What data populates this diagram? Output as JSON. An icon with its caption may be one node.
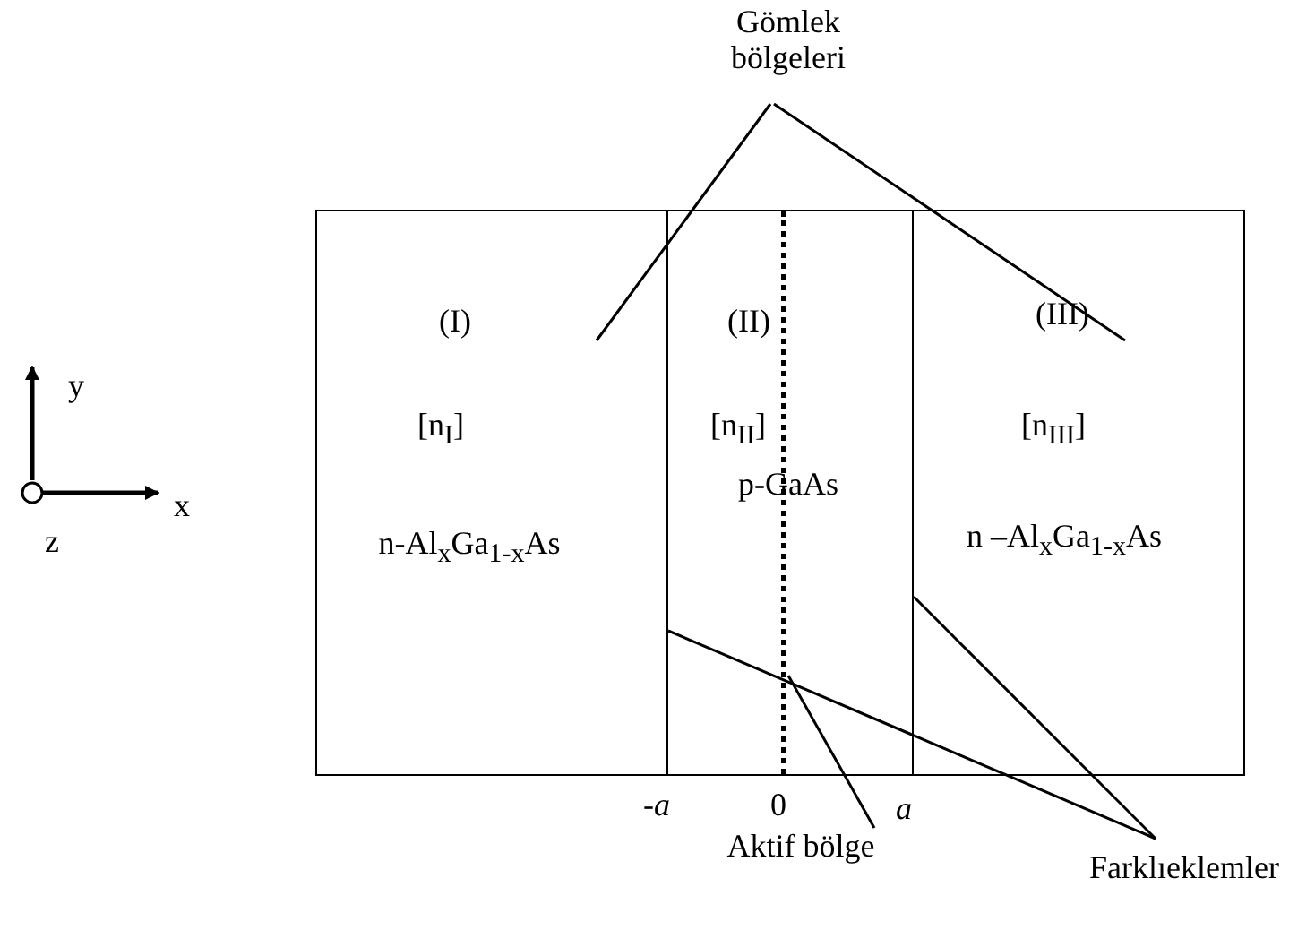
{
  "diagram": {
    "nodes": [
      {
        "text": [
          "(I)",
          "[n$_{I}$]",
          "n-Al$_{x}$Ga$_{1-x}$As"
        ]
      },
      {
        "text": [
          "(II)",
          "[n$_{II}$]",
          "p-GaAs"
        ]
      },
      {
        "text": [
          "(III)",
          "[n$_{III}$]",
          "n –Al$_{x}$Ga$_{1-x}$As"
        ]
      },
      {
        "text": [],
        "shape": "bar",
        "in": 1
      },
      {
        "text": [
          "Gömlek bölgeleri"
        ]
      },
      {
        "text": [
          "Aktif bölge"
        ]
      },
      {
        "text": [
          "Farklıeklemler"
        ]
      }
    ],
    "edges": [
      {
        "from": 4,
        "to": 0,
        "arrow": "none"
      },
      {
        "from": 4,
        "to": 2,
        "arrow": "none"
      },
      {
        "from": 5,
        "to": 3,
        "arrow": "none"
      },
      {
        "from": 6,
        "to": 1,
        "arrow": "none"
      },
      {
        "from": 6,
        "to": 2,
        "arrow": "none"
      }
    ],
    "labels": [
      "y",
      "x",
      "z",
      "-*a*",
      "0",
      "a"
    ]
  }
}
